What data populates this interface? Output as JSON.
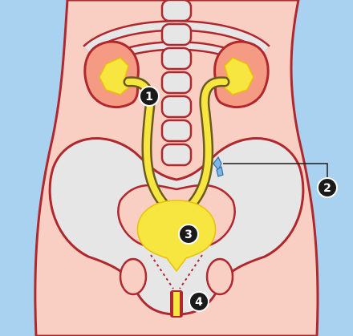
{
  "colors": {
    "background": "#a8d2ef",
    "skin": "#f8cfc2",
    "outline": "#b0282e",
    "bone": "#e6e6e6",
    "urine": "#f7e640",
    "kidney_cortex": "#f59b83",
    "stone": "#7fb6e3",
    "marker": "#1a1a1a"
  },
  "markers": [
    {
      "number": "1",
      "target": "ureter"
    },
    {
      "number": "2",
      "target": "ureteral-stone"
    },
    {
      "number": "3",
      "target": "bladder"
    },
    {
      "number": "4",
      "target": "urethra"
    }
  ]
}
